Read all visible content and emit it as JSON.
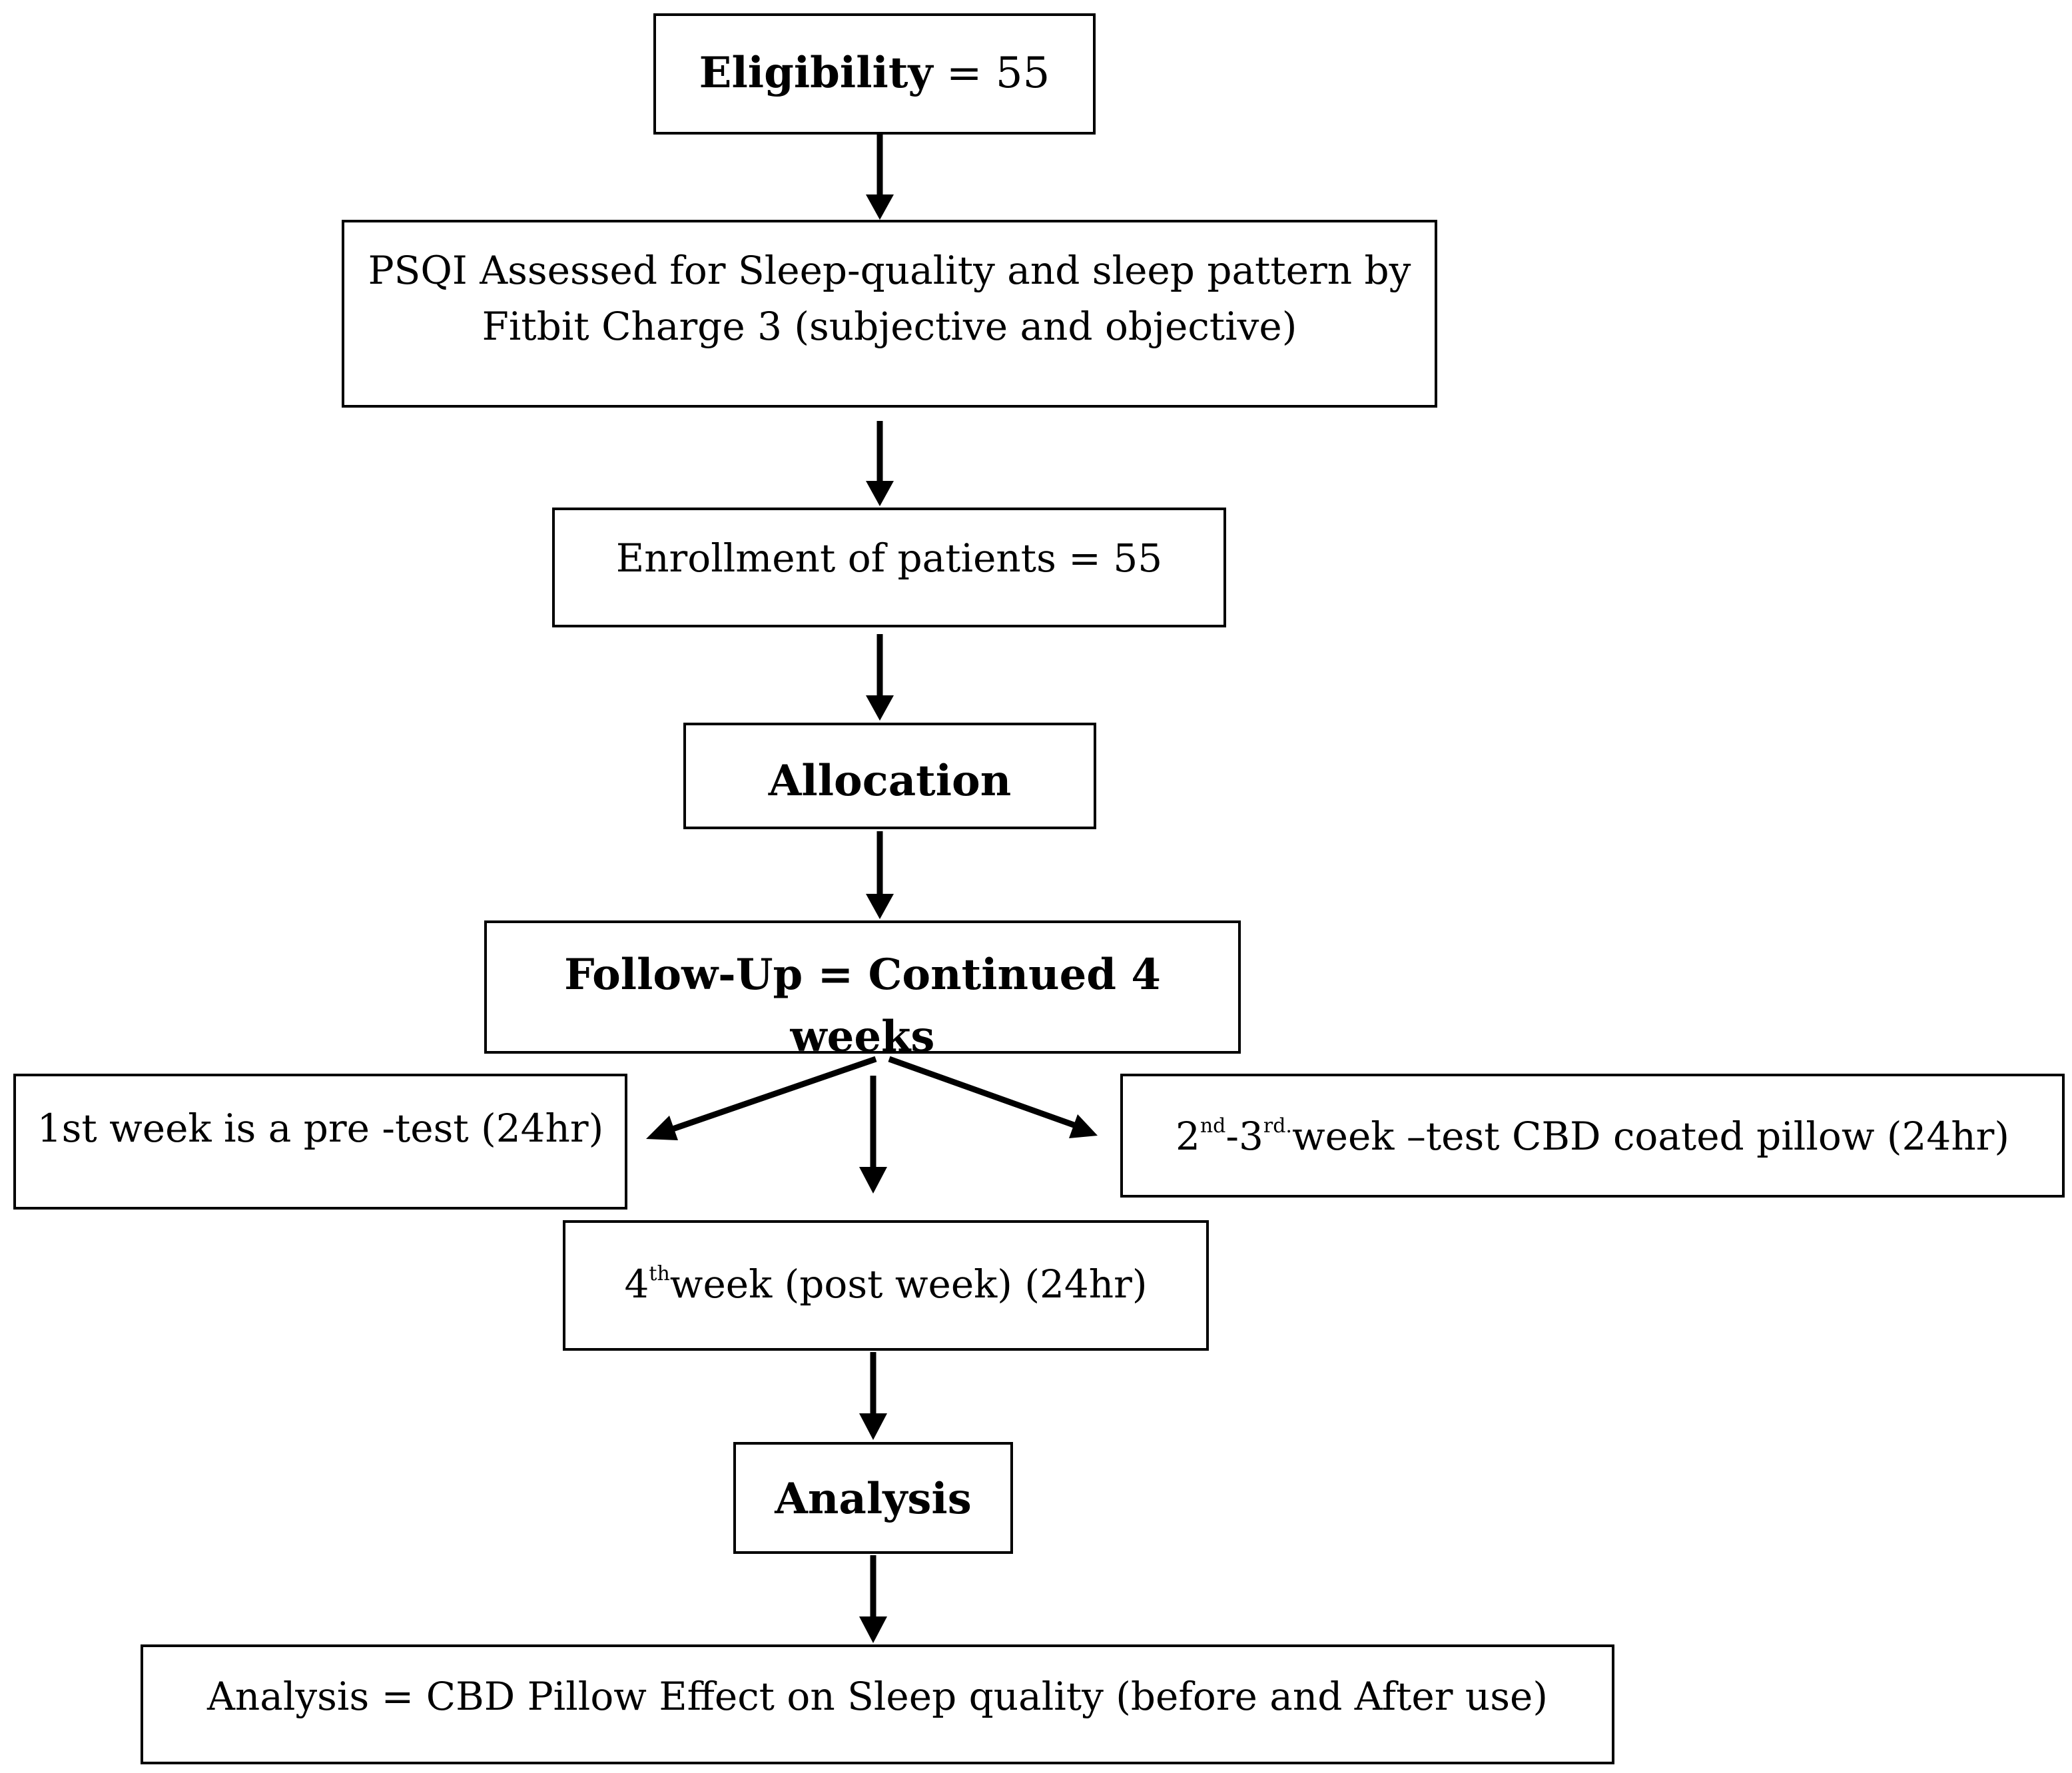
{
  "nodes": {
    "eligibility": {
      "label_bold": "Eligibility",
      "label_rest": " = 55"
    },
    "psqi": {
      "line1": "PSQI Assessed for Sleep-quality and sleep pattern by",
      "line2": "Fitbit Charge 3 (subjective and objective)"
    },
    "enrollment": {
      "label": "Enrollment of patients = 55"
    },
    "allocation": {
      "label": "Allocation"
    },
    "followup": {
      "label": "Follow-Up = Continued 4 weeks"
    },
    "week1": {
      "label": "1st week is a pre -test (24hr)"
    },
    "week23": {
      "num1": "2",
      "sup1": "nd",
      "dash": "-3",
      "sup2": "rd.",
      "rest": "week –test CBD coated pillow (24hr)"
    },
    "week4": {
      "num": "4",
      "sup": "th",
      "rest": "week (post week) (24hr)"
    },
    "analysis": {
      "label": "Analysis"
    },
    "final": {
      "label": "Analysis = CBD Pillow Effect on Sleep quality (before and After use)"
    }
  },
  "colors": {
    "stroke": "#000000",
    "background": "#ffffff"
  }
}
